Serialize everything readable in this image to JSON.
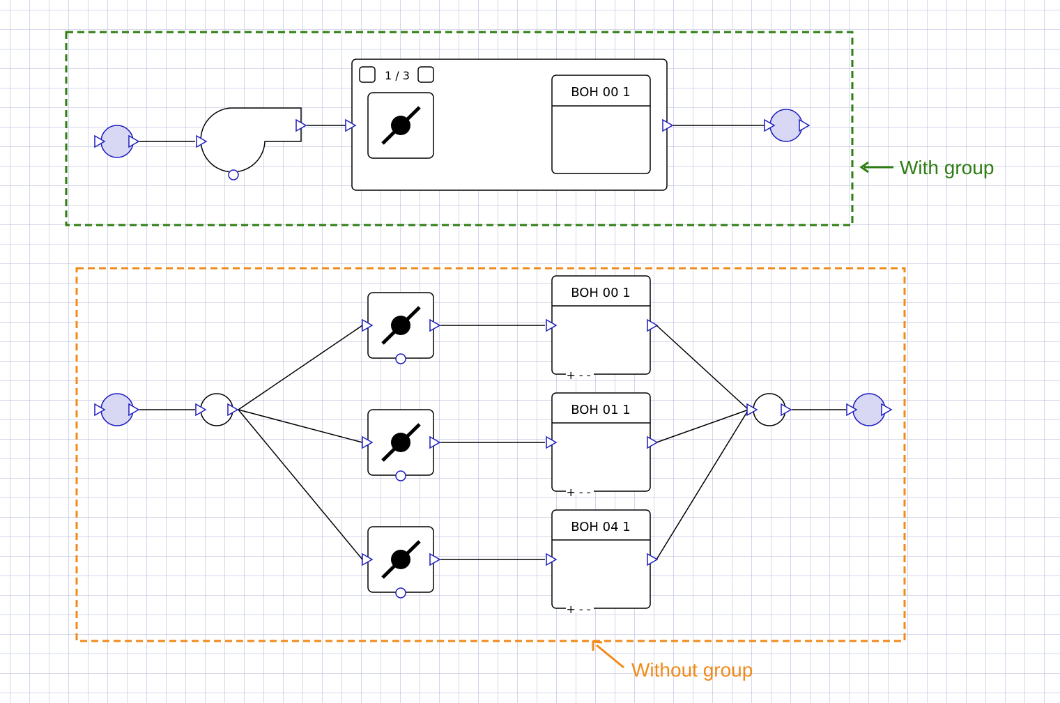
{
  "groups": {
    "with_group": {
      "annotation": "With group",
      "color": "#2e7d12",
      "counter": "1 / 3",
      "box_label": "BOH 00 1"
    },
    "without_group": {
      "annotation": "Without group",
      "color": "#f28a1a",
      "rows": [
        {
          "label": "BOH 00 1",
          "footer": "+ - -"
        },
        {
          "label": "BOH 01 1",
          "footer": "+ - -"
        },
        {
          "label": "BOH 04 1",
          "footer": "+ - -"
        }
      ]
    }
  },
  "colors": {
    "port_stroke": "#1c1cc0",
    "terminal_fill": "#d8d8f4",
    "wire": "#000000"
  },
  "icons": {
    "terminal": "source-terminal-icon",
    "fan": "fan-icon",
    "damper": "damper-icon",
    "junction": "junction-icon",
    "sensor": "sensor-port-icon",
    "arrow": "arrow-icon"
  }
}
